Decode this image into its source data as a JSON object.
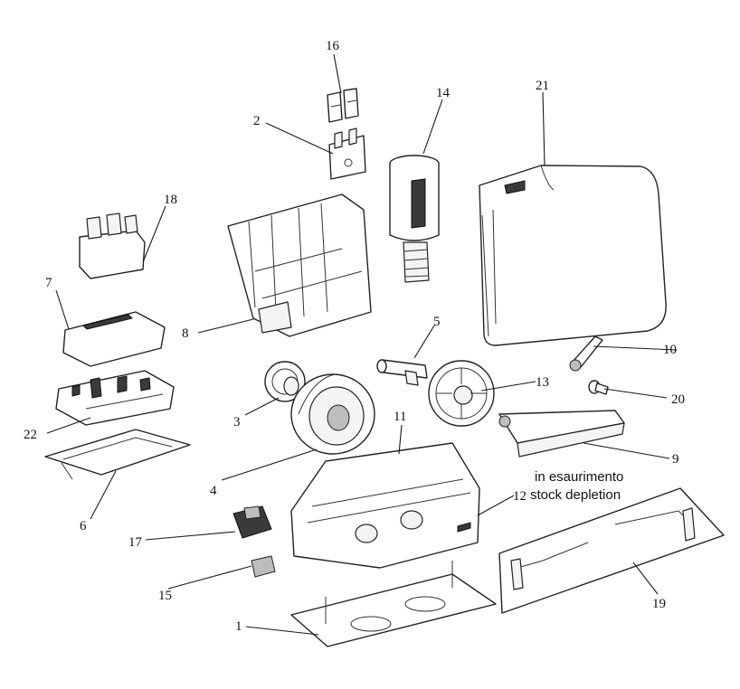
{
  "callouts": [
    "1",
    "2",
    "3",
    "4",
    "5",
    "6",
    "7",
    "8",
    "9",
    "10",
    "11",
    "12",
    "13",
    "14",
    "15",
    "16",
    "17",
    "18",
    "19",
    "20",
    "21",
    "22"
  ],
  "note": {
    "line1": "in esaurimento",
    "line2": "stock depletion"
  }
}
